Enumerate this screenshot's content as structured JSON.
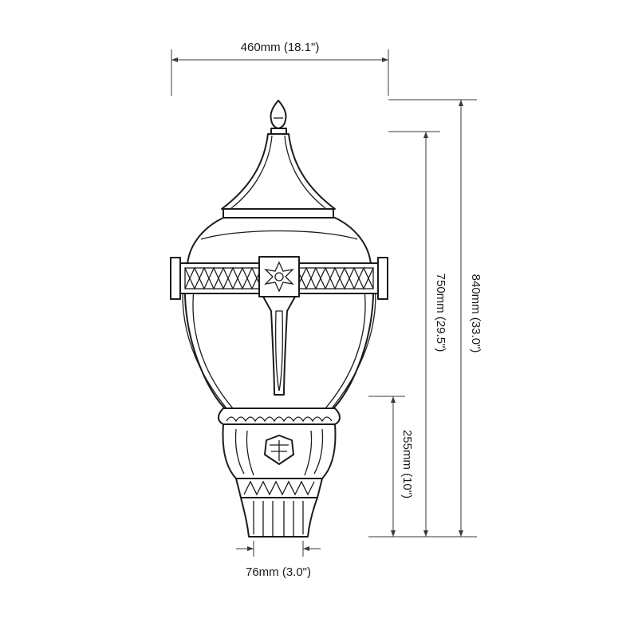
{
  "drawing": {
    "dimensions": {
      "width_top": "460mm (18.1\")",
      "height_total": "840mm (33.0\")",
      "height_globe": "750mm (29.5\")",
      "height_base": "255mm (10\")",
      "width_base": "76mm (3.0\")"
    },
    "colors": {
      "line": "#1c1c1c",
      "dimension": "#3a3a3a",
      "background": "#ffffff"
    }
  }
}
